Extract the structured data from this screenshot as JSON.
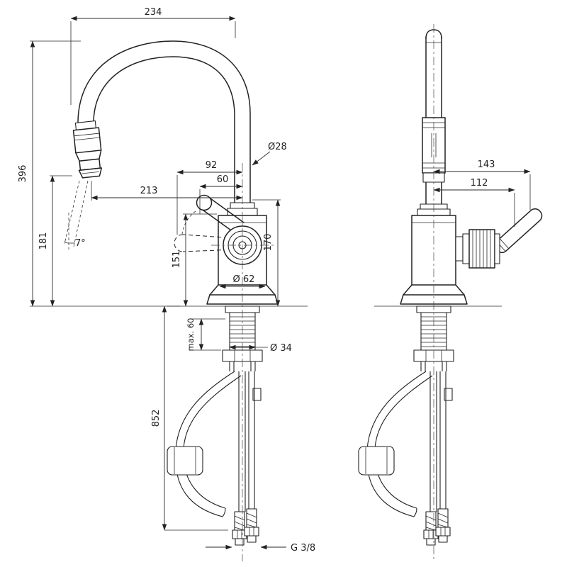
{
  "drawing": {
    "title": "faucet-technical-drawing",
    "labels": {
      "width_234": "234",
      "height_396": "396",
      "height_181": "181",
      "height_151": "151",
      "height_170": "170",
      "offset_92": "92",
      "offset_60": "60",
      "reach_213": "213",
      "dia_spout": "Ø28",
      "angle_spray": "7°",
      "dia_base": "Ø 62",
      "max_counter": "max. 60",
      "dia_hole": "Ø 34",
      "hose_852": "852",
      "thread": "G 3/8",
      "side_143": "143",
      "side_112": "112"
    },
    "colors": {
      "line": "#222222",
      "background": "#ffffff"
    }
  }
}
